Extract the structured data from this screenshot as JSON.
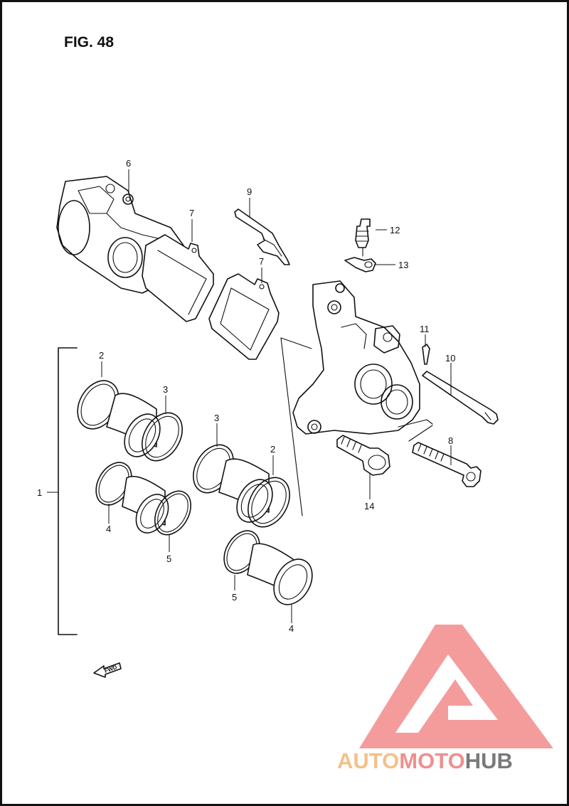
{
  "figure": {
    "title": "FIG. 48"
  },
  "callouts": {
    "c1": "1",
    "c2a": "2",
    "c2b": "2",
    "c3a": "3",
    "c3b": "3",
    "c4a": "4",
    "c4b": "4",
    "c5a": "5",
    "c5b": "5",
    "c6": "6",
    "c7a": "7",
    "c7b": "7",
    "c8": "8",
    "c9": "9",
    "c10": "10",
    "c11": "11",
    "c12": "12",
    "c13": "13",
    "c14": "14"
  },
  "fwd_arrow": {
    "label": "FWD"
  },
  "watermark": {
    "part1": "AUTO",
    "part2": "MOTO",
    "part3": "HUB",
    "colors": {
      "auto": "#f5c08a",
      "moto": "#f08f8f",
      "hub": "#7a7a7a",
      "logo": "#f28b8b"
    }
  }
}
